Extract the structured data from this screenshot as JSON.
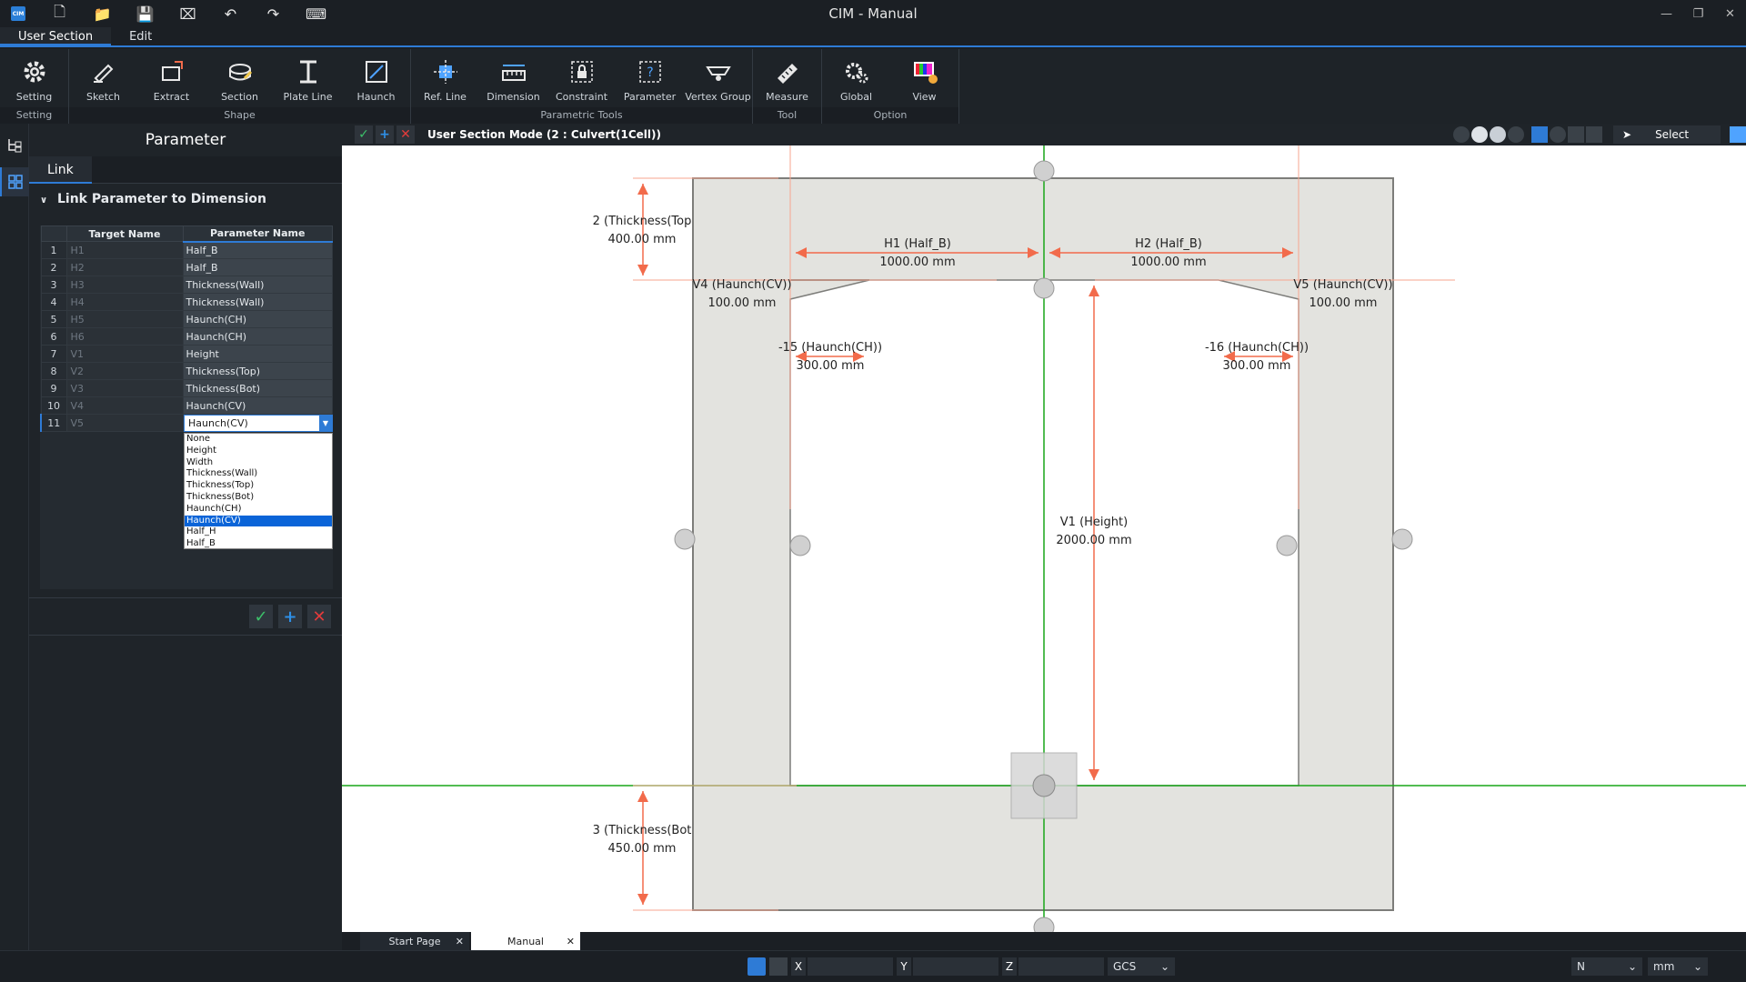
{
  "app": {
    "title": "CIM - Manual",
    "logo": "CIM"
  },
  "menu": {
    "tabs": [
      "User Section",
      "Edit"
    ]
  },
  "ribbon": {
    "groups": [
      {
        "label": "Setting",
        "buttons": [
          "Setting"
        ]
      },
      {
        "label": "Shape",
        "buttons": [
          "Sketch",
          "Extract",
          "Section",
          "Plate Line",
          "Haunch"
        ]
      },
      {
        "label": "Parametric Tools",
        "buttons": [
          "Ref. Line",
          "Dimension",
          "Constraint",
          "Parameter",
          "Vertex Group"
        ]
      },
      {
        "label": "Tool",
        "buttons": [
          "Measure"
        ]
      },
      {
        "label": "Option",
        "buttons": [
          "Global",
          "View"
        ]
      }
    ]
  },
  "panel": {
    "title": "Parameter",
    "tab": "Link",
    "section": "Link Parameter to Dimension",
    "columns": {
      "target": "Target Name",
      "param": "Parameter Name"
    },
    "rows": [
      {
        "idx": "1",
        "target": "H1",
        "param": "Half_B"
      },
      {
        "idx": "2",
        "target": "H2",
        "param": "Half_B"
      },
      {
        "idx": "3",
        "target": "H3",
        "param": "Thickness(Wall)"
      },
      {
        "idx": "4",
        "target": "H4",
        "param": "Thickness(Wall)"
      },
      {
        "idx": "5",
        "target": "H5",
        "param": "Haunch(CH)"
      },
      {
        "idx": "6",
        "target": "H6",
        "param": "Haunch(CH)"
      },
      {
        "idx": "7",
        "target": "V1",
        "param": "Height"
      },
      {
        "idx": "8",
        "target": "V2",
        "param": "Thickness(Top)"
      },
      {
        "idx": "9",
        "target": "V3",
        "param": "Thickness(Bot)"
      },
      {
        "idx": "10",
        "target": "V4",
        "param": "Haunch(CV)"
      },
      {
        "idx": "11",
        "target": "V5",
        "param": "Haunch(CV)"
      }
    ],
    "dropdown": {
      "selected": "Haunch(CV)",
      "options": [
        "None",
        "Height",
        "Width",
        "Thickness(Wall)",
        "Thickness(Top)",
        "Thickness(Bot)",
        "Haunch(CH)",
        "Haunch(CV)",
        "Half_H",
        "Half_B"
      ]
    }
  },
  "viewport": {
    "mode": "User Section Mode (2 : Culvert(1Cell))",
    "select_label": "Select",
    "dims": {
      "v2_label": "2 (Thickness(Top",
      "v2_value": "400.00 mm",
      "h1_label": "H1 (Half_B)",
      "h1_value": "1000.00 mm",
      "h2_label": "H2 (Half_B)",
      "h2_value": "1000.00 mm",
      "v4_label": "V4 (Haunch(CV))",
      "v4_value": "100.00 mm",
      "v5_label": "V5 (Haunch(CV))",
      "v5_value": "100.00 mm",
      "h5_label": "-15 (Haunch(CH))",
      "h5_value": "300.00 mm",
      "h6_label": "-16 (Haunch(CH))",
      "h6_value": "300.00 mm",
      "v1_label": "V1 (Height)",
      "v1_value": "2000.00 mm",
      "v3_label": "3 (Thickness(Bot",
      "v3_value": "450.00 mm"
    }
  },
  "doc_tabs": [
    "Start Page",
    "Manual"
  ],
  "status": {
    "x": "X",
    "y": "Y",
    "z": "Z",
    "cs": "GCS",
    "force": "N",
    "length": "mm"
  },
  "colors": {
    "accent": "#2e7bd6",
    "dim": "#f26b4b",
    "axis_green": "#19a619",
    "section_fill": "#e3e3df"
  }
}
